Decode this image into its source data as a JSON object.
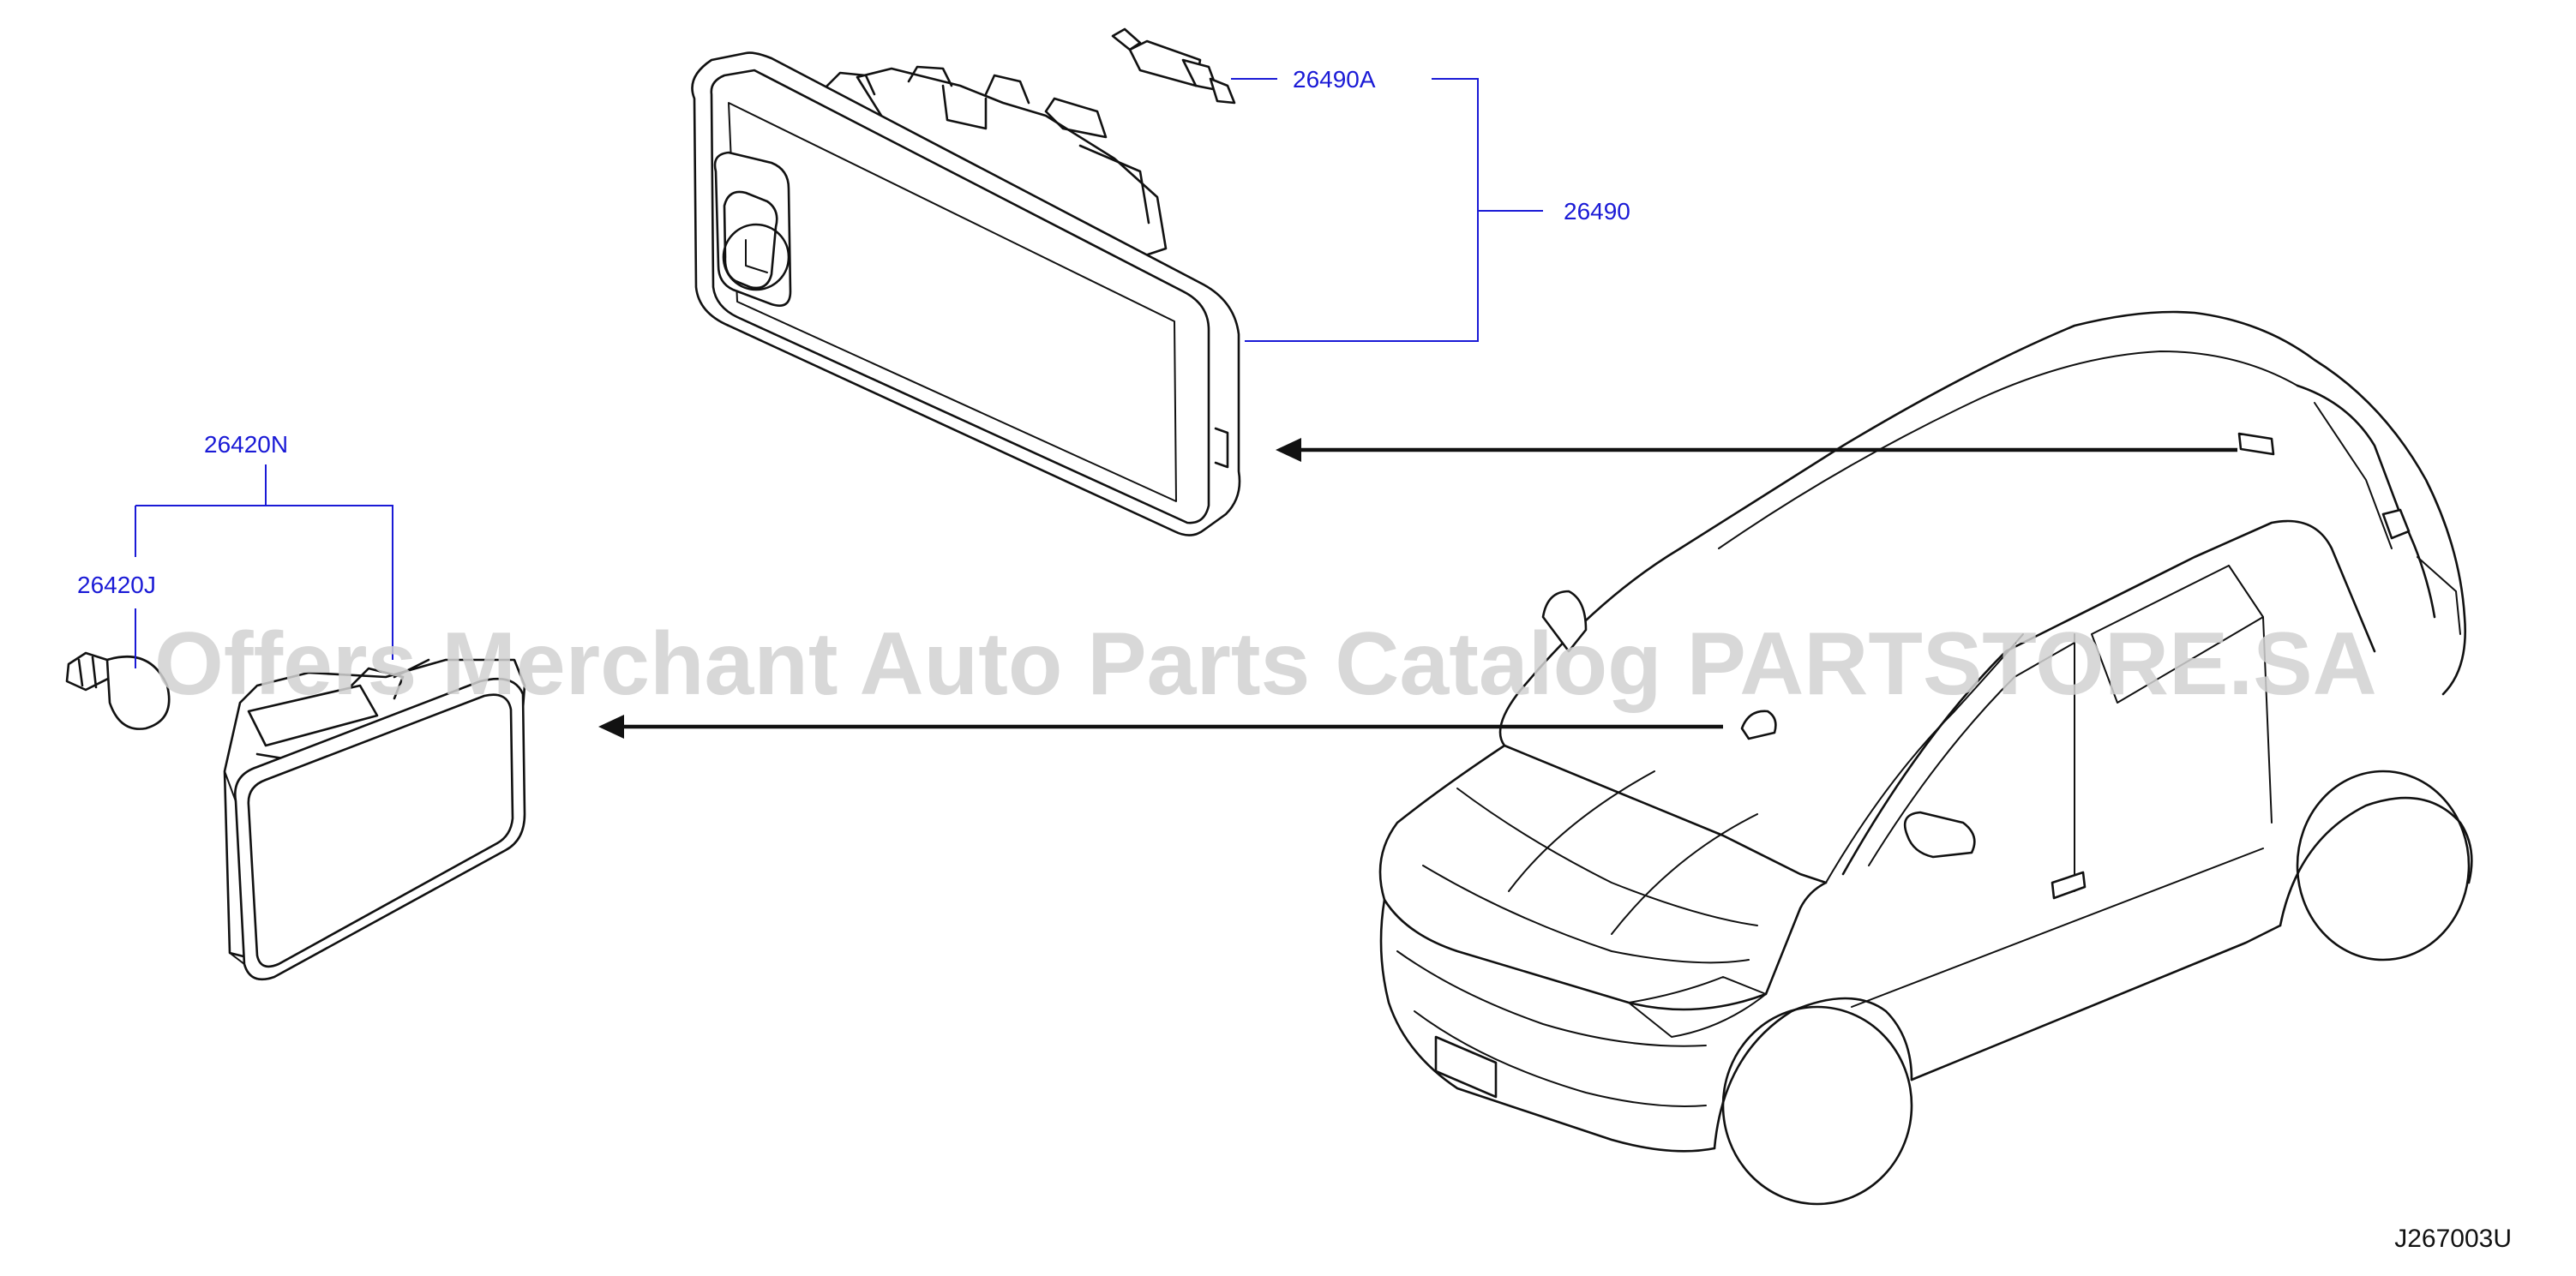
{
  "diagram_code": "J267003U",
  "watermark": "Offers Merchant Auto Parts Catalog PARTSTORE.SA",
  "parts": {
    "lamp_assembly_upper": "26490",
    "bulb_upper": "26490A",
    "lamp_assembly_lower": "26420N",
    "bulb_lower": "26420J"
  },
  "colors": {
    "label": "#1a1ad6",
    "ink": "#111111",
    "watermark": "#d2d2d2"
  }
}
